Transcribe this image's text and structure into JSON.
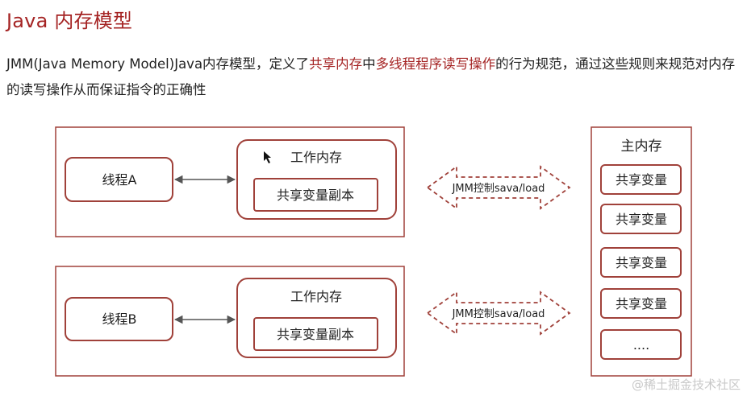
{
  "title": "Java 内存模型",
  "paragraph": {
    "p1": "JMM(Java Memory Model)Java内存模型，定义了",
    "h1": "共享内存",
    "p2": "中",
    "h2": "多线程程序读写操作",
    "p3": "的行为规范，通过这些规则来规范对内存的读写操作从而保证指令的正确性"
  },
  "thread_groups": [
    {
      "thread_label": "线程A",
      "working_memory_label": "工作内存",
      "copy_label": "共享变量副本",
      "arrow_label": "JMM控制sava/load"
    },
    {
      "thread_label": "线程B",
      "working_memory_label": "工作内存",
      "copy_label": "共享变量副本",
      "arrow_label": "JMM控制sava/load"
    }
  ],
  "main_memory": {
    "title": "主内存",
    "items": [
      "共享变量",
      "共享变量",
      "共享变量",
      "共享变量",
      "...."
    ]
  },
  "watermark": "@稀土掘金技术社区",
  "colors": {
    "accent": "#a52424",
    "border": "#a0413a",
    "arrow": "#555555"
  }
}
